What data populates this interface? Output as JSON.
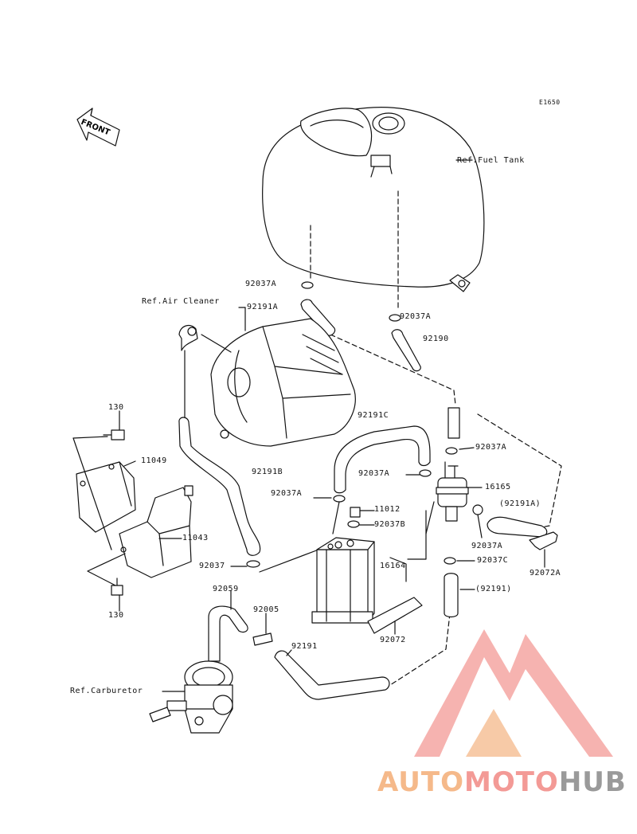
{
  "diagram_code": "E1650",
  "front_label": "FRONT",
  "labels": {
    "ref_fuel_tank": "Ref.Fuel Tank",
    "ref_air_cleaner": "Ref.Air Cleaner",
    "ref_carburetor": "Ref.Carburetor",
    "p92037a_1": "92037A",
    "p92191a": "92191A",
    "p92037a_2": "92037A",
    "p92190": "92190",
    "p130_top": "130",
    "p11049": "11049",
    "p92191b": "92191B",
    "p92191c": "92191C",
    "p92037a_3": "92037A",
    "p92037a_4": "92037A",
    "p16165": "16165",
    "p92037a_5": "92037A",
    "p11012": "11012",
    "p92037b": "92037B",
    "p92191a_paren": "(92191A)",
    "p11043": "11043",
    "p92037a_6": "92037A",
    "p92037c": "92037C",
    "p92072a": "92072A",
    "p92037": "92037",
    "p16164": "16164",
    "p92059": "92059",
    "p92191_paren": "(92191)",
    "p130_bottom": "130",
    "p92005": "92005",
    "p92072": "92072",
    "p92191": "92191"
  },
  "watermark": {
    "part1": "AUTO",
    "part2": "MOTO",
    "part3": "HUB"
  },
  "colors": {
    "line": "#111111",
    "watermark_orange": "#f5b98a",
    "watermark_red": "#f39a96",
    "watermark_gray": "#9a9a9a"
  }
}
